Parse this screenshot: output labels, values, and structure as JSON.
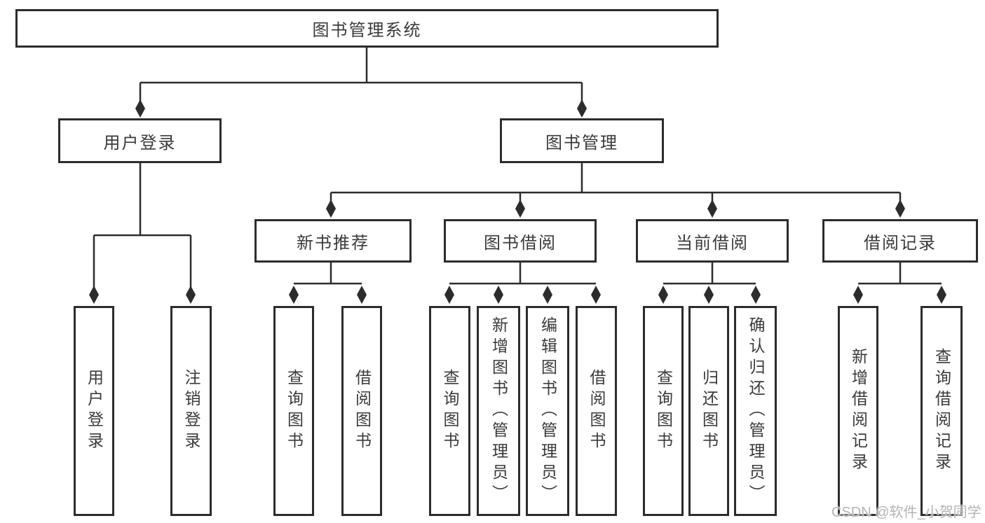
{
  "tree": {
    "root": {
      "label": "图书管理系统"
    },
    "branches": [
      {
        "label": "用户登录",
        "children": [
          {
            "label": "用户登录"
          },
          {
            "label": "注销登录"
          }
        ]
      },
      {
        "label": "图书管理",
        "groups": [
          {
            "label": "新书推荐",
            "children": [
              {
                "label": "查询图书"
              },
              {
                "label": "借阅图书"
              }
            ]
          },
          {
            "label": "图书借阅",
            "children": [
              {
                "label": "查询图书"
              },
              {
                "label": "新增图书（管理员）"
              },
              {
                "label": "编辑图书（管理员）"
              },
              {
                "label": "借阅图书"
              }
            ]
          },
          {
            "label": "当前借阅",
            "children": [
              {
                "label": "查询图书"
              },
              {
                "label": "归还图书"
              },
              {
                "label": "确认归还（管理员）"
              }
            ]
          },
          {
            "label": "借阅记录",
            "children": [
              {
                "label": "新增借阅记录"
              },
              {
                "label": "查询借阅记录"
              }
            ]
          }
        ]
      }
    ]
  },
  "watermark": {
    "text": "CSDN @软件_小贺同学"
  },
  "colors": {
    "line": "#2c2c2c",
    "border": "#2c2c2c",
    "text": "#3a3a3a",
    "watermark": "#b4b4b4",
    "background": "#ffffff"
  }
}
